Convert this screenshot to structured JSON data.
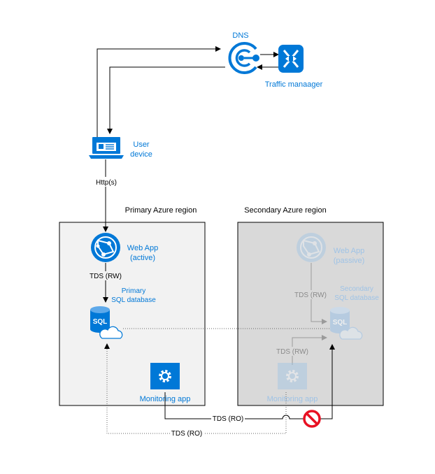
{
  "dns": {
    "label": "DNS"
  },
  "traffic_manager": {
    "label": "Traffic manaager"
  },
  "user_device": {
    "line1": "User",
    "line2": "device"
  },
  "http_label": "Http(s)",
  "primary_region": {
    "title": "Primary Azure region",
    "webapp_line1": "Web App",
    "webapp_line2": "(active)",
    "tds_rw": "TDS (RW)",
    "db_line1": "Primary",
    "db_line2": "SQL database",
    "sql_badge": "SQL",
    "monitoring_label": "Monitoring app"
  },
  "secondary_region": {
    "title": "Secondary Azure region",
    "webapp_line1": "Web App",
    "webapp_line2": "(passive)",
    "tds_rw_top": "TDS (RW)",
    "db_line1": "Secondary",
    "db_line2": "SQL database",
    "sql_badge": "SQL",
    "tds_rw_bottom": "TDS (RW)",
    "monitoring_label": "Monitoring app"
  },
  "bottom_links": {
    "tds_ro_upper": "TDS (RO)",
    "tds_ro_lower": "TDS (RO)"
  },
  "colors": {
    "azure_blue": "#0078d7",
    "primary_box_fill": "#f2f2f2",
    "secondary_box_fill": "#d9d9d9",
    "faded_blue": "#9fc3e6",
    "prohibit_red": "#e81123"
  }
}
